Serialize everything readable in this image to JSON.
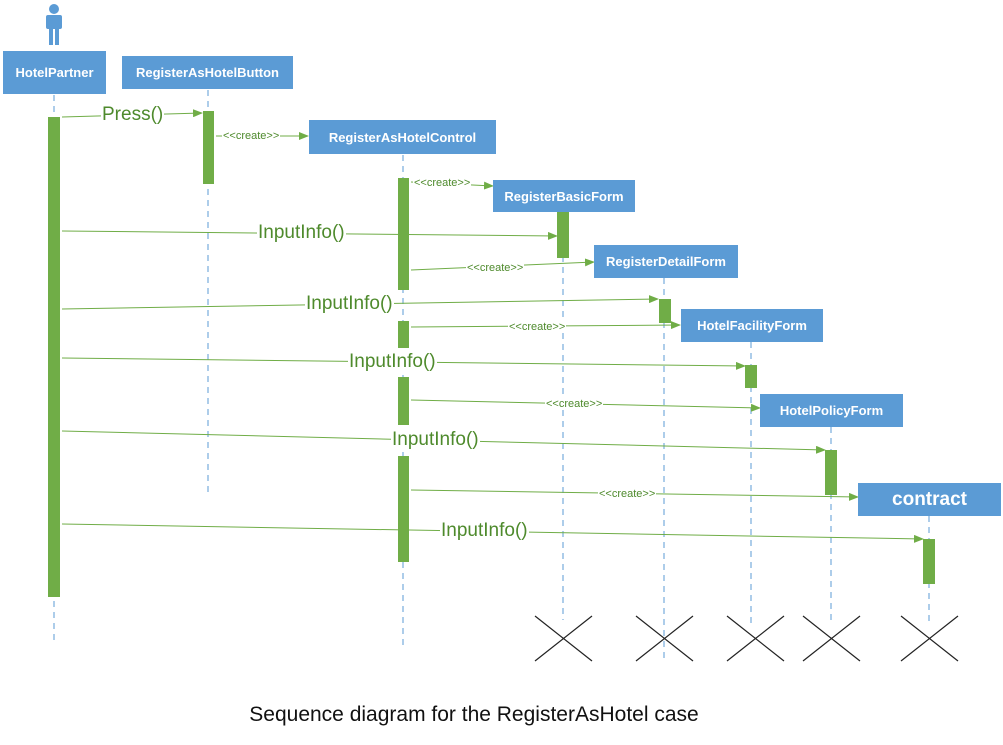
{
  "diagram": {
    "actor": {
      "icon": "person-icon"
    },
    "lifelines": [
      {
        "id": "hotel_partner",
        "label": "HotelPartner"
      },
      {
        "id": "register_button",
        "label": "RegisterAsHotelButton"
      },
      {
        "id": "register_control",
        "label": "RegisterAsHotelControl"
      },
      {
        "id": "basic_form",
        "label": "RegisterBasicForm"
      },
      {
        "id": "detail_form",
        "label": "RegisterDetailForm"
      },
      {
        "id": "facility_form",
        "label": "HotelFacilityForm"
      },
      {
        "id": "policy_form",
        "label": "HotelPolicyForm"
      },
      {
        "id": "contract",
        "label": "contract"
      }
    ],
    "messages": [
      {
        "from": "hotel_partner",
        "to": "register_button",
        "label": "Press()"
      },
      {
        "from": "register_button",
        "to": "register_control",
        "label": "<<create>>"
      },
      {
        "from": "register_control",
        "to": "basic_form",
        "label": "<<create>>"
      },
      {
        "from": "hotel_partner",
        "to": "basic_form",
        "label": "InputInfo()"
      },
      {
        "from": "register_control",
        "to": "detail_form",
        "label": "<<create>>"
      },
      {
        "from": "hotel_partner",
        "to": "detail_form",
        "label": "InputInfo()"
      },
      {
        "from": "register_control",
        "to": "facility_form",
        "label": "<<create>>"
      },
      {
        "from": "hotel_partner",
        "to": "facility_form",
        "label": "InputInfo()"
      },
      {
        "from": "register_control",
        "to": "policy_form",
        "label": "<<create>>"
      },
      {
        "from": "hotel_partner",
        "to": "policy_form",
        "label": "InputInfo()"
      },
      {
        "from": "register_control",
        "to": "contract",
        "label": "<<create>>"
      },
      {
        "from": "hotel_partner",
        "to": "contract",
        "label": "InputInfo()"
      }
    ],
    "destroyed": [
      "basic_form",
      "detail_form",
      "facility_form",
      "policy_form",
      "contract"
    ],
    "caption": "Sequence diagram for the RegisterAsHotel case",
    "colors": {
      "box": "#5b9bd5",
      "box_text": "#ffffff",
      "activation": "#70ad47",
      "message": "#70ad47",
      "lifeline": "#5b9bd5",
      "destroy_mark": "#222222"
    }
  }
}
